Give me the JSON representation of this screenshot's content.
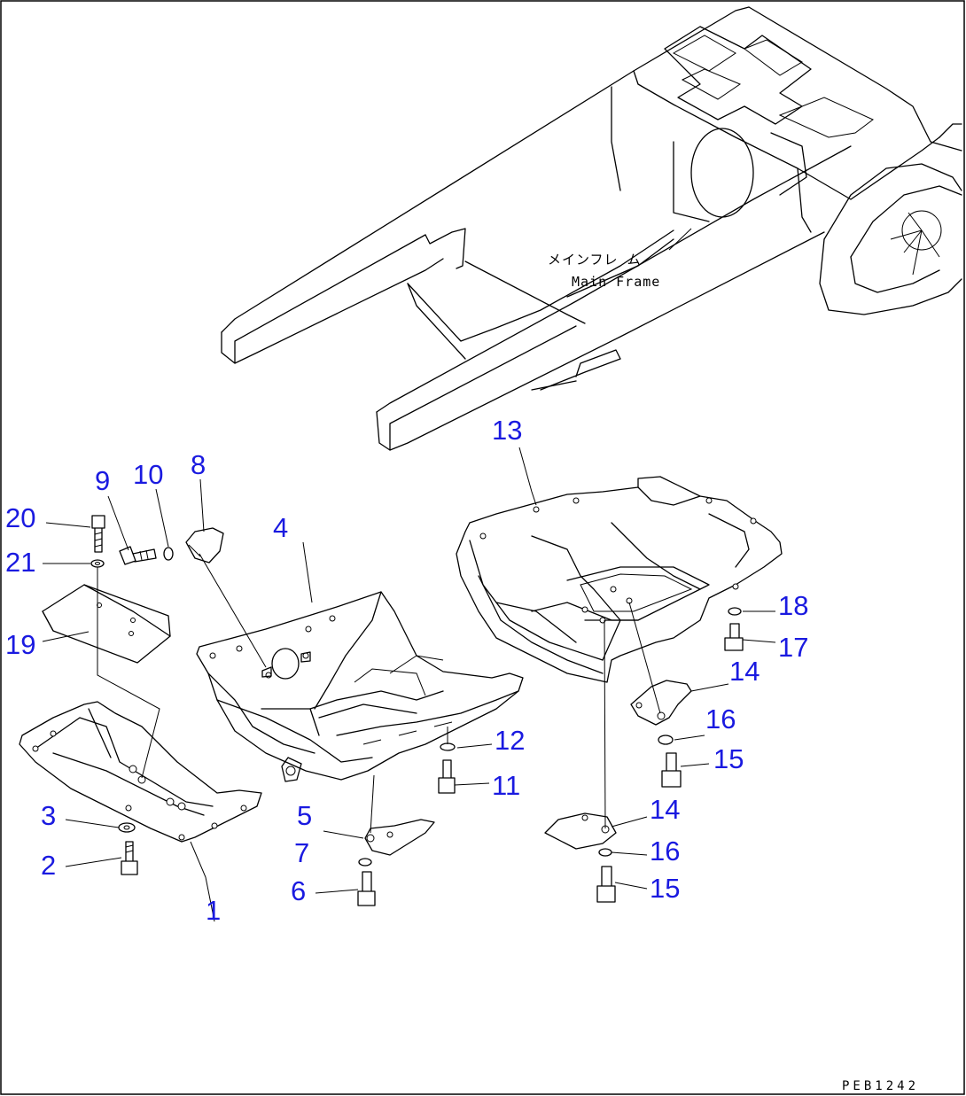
{
  "frame_label_jp": "メインフレ ム",
  "frame_label_en": "Main Frame",
  "drawing_code": "PEB1242",
  "callout_color": "#1a1ae0",
  "callouts": {
    "c1": "1",
    "c2": "2",
    "c3": "3",
    "c4": "4",
    "c5": "5",
    "c6": "6",
    "c7": "7",
    "c8": "8",
    "c9": "9",
    "c10": "10",
    "c11": "11",
    "c12": "12",
    "c13": "13",
    "c14a": "14",
    "c14b": "14",
    "c15a": "15",
    "c15b": "15",
    "c16a": "16",
    "c16b": "16",
    "c17": "17",
    "c18": "18",
    "c19": "19",
    "c20": "20",
    "c21": "21"
  }
}
